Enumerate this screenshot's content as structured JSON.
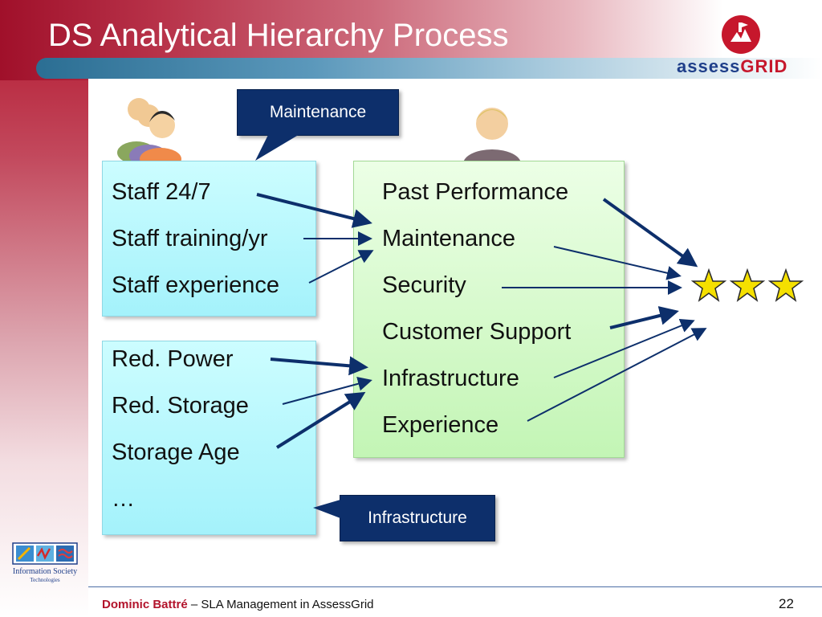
{
  "slide": {
    "title": "DS Analytical Hierarchy Process",
    "page_number": "22"
  },
  "logo": {
    "text_a": "assess",
    "text_b": "GRID"
  },
  "callouts": {
    "maintenance": "Maintenance",
    "infrastructure": "Infrastructure"
  },
  "staff_box": {
    "items": [
      "Staff 24/7",
      "Staff training/yr",
      "Staff experience"
    ]
  },
  "storage_box": {
    "items": [
      "Red. Power",
      "Red. Storage",
      "Storage Age",
      "…"
    ]
  },
  "criteria_box": {
    "items": [
      "Past Performance",
      "Maintenance",
      "Security",
      "Customer Support",
      "Infrastructure",
      "Experience"
    ]
  },
  "footer": {
    "author": "Dominic Battré",
    "separator": " – ",
    "subtitle": "SLA Management in AssessGrid"
  },
  "ist_logo": {
    "line1": "Information Society",
    "line2": "Technologies"
  },
  "colors": {
    "accent_red": "#b2132b",
    "callout_navy": "#0d2f6b",
    "arrow_navy": "#0d2f6b",
    "star_yellow": "#f5e000"
  }
}
